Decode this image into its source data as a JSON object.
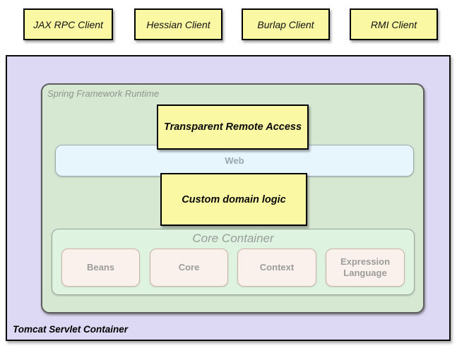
{
  "diagram": {
    "clients": [
      {
        "label": "JAX RPC Client"
      },
      {
        "label": "Hessian Client"
      },
      {
        "label": "Burlap Client"
      },
      {
        "label": "RMI Client"
      }
    ],
    "tomcat_label": "Tomcat Servlet Container",
    "spring_runtime_label": "Spring Framework Runtime",
    "transparent_remote_access_label": "Transparent Remote Access",
    "web_label": "Web",
    "custom_domain_logic_label": "Custom domain logic",
    "core_container_label": "Core Container",
    "core_modules": [
      "Beans",
      "Core",
      "Context",
      "Expression Language"
    ]
  },
  "colors": {
    "client_box_fill": "#FBF8A3",
    "callout_box_fill": "#FBF8A3",
    "box_border": "#000000",
    "tomcat_fill": "#DDD8F3",
    "runtime_fill": "#D6E8D2",
    "web_fill": "#E7F6FC",
    "core_fill": "#DFF3E1",
    "module_fill": "#FAF1EC",
    "module_border": "#CDB3AB",
    "muted_text": "#97A79B"
  }
}
